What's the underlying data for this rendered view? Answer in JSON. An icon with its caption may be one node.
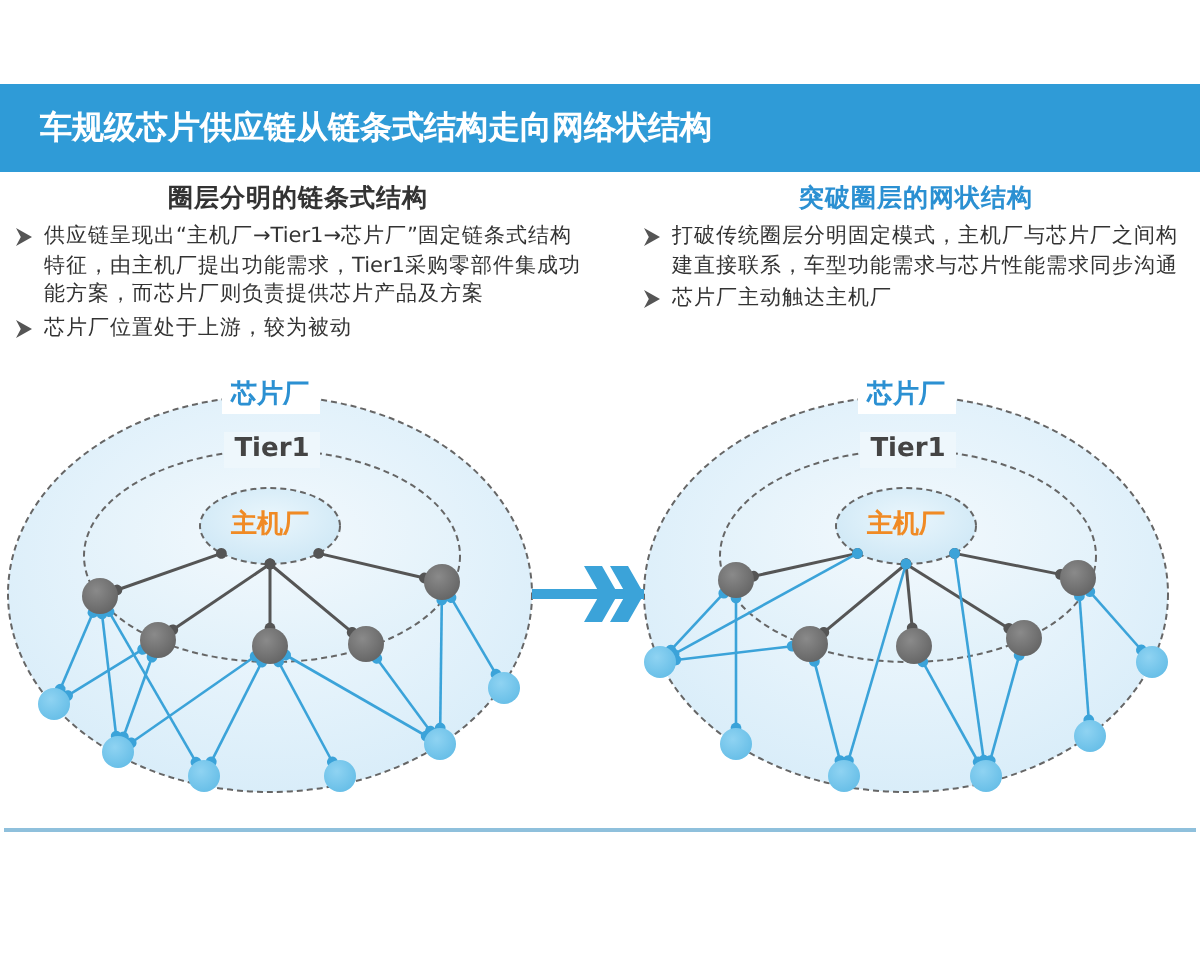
{
  "diagram": {
    "title": "车规级芯片供应链从链条式结构走向网络状结构",
    "nodes": [
      {
        "text": [
          "芯片厂"
        ]
      },
      {
        "text": [
          "Tier1"
        ],
        "in": 0
      },
      {
        "text": [
          "主机厂"
        ],
        "in": 1
      },
      {
        "text": [],
        "shape": "circle",
        "in": 1
      },
      {
        "text": [],
        "shape": "circle",
        "in": 1
      },
      {
        "text": [],
        "shape": "circle",
        "in": 1
      },
      {
        "text": [],
        "shape": "circle",
        "in": 1
      },
      {
        "text": [],
        "shape": "circle",
        "in": 1
      },
      {
        "text": [],
        "shape": "circle",
        "in": 0
      },
      {
        "text": [],
        "shape": "circle",
        "in": 0
      },
      {
        "text": [],
        "shape": "circle",
        "in": 0
      },
      {
        "text": [],
        "shape": "circle",
        "in": 0
      },
      {
        "text": [],
        "shape": "circle",
        "in": 0
      },
      {
        "text": [],
        "shape": "circle",
        "in": 0
      },
      {
        "text": [
          "芯片厂"
        ]
      },
      {
        "text": [
          "Tier1"
        ],
        "in": 14
      },
      {
        "text": [
          "主机厂"
        ],
        "in": 15
      },
      {
        "text": [],
        "shape": "circle",
        "in": 15
      },
      {
        "text": [],
        "shape": "circle",
        "in": 15
      },
      {
        "text": [],
        "shape": "circle",
        "in": 15
      },
      {
        "text": [],
        "shape": "circle",
        "in": 15
      },
      {
        "text": [],
        "shape": "circle",
        "in": 15
      },
      {
        "text": [],
        "shape": "circle",
        "in": 14
      },
      {
        "text": [],
        "shape": "circle",
        "in": 14
      },
      {
        "text": [],
        "shape": "circle",
        "in": 14
      },
      {
        "text": [],
        "shape": "circle",
        "in": 14
      },
      {
        "text": [],
        "shape": "circle",
        "in": 14
      },
      {
        "text": [],
        "shape": "circle",
        "in": 14
      }
    ],
    "edges": [
      {
        "from": 2,
        "to": 3,
        "arrow": "other",
        "color": "#555555"
      },
      {
        "from": 2,
        "to": 4,
        "arrow": "other",
        "color": "#555555"
      },
      {
        "from": 2,
        "to": 5,
        "arrow": "other",
        "color": "#555555"
      },
      {
        "from": 2,
        "to": 6,
        "arrow": "other",
        "color": "#555555"
      },
      {
        "from": 2,
        "to": 7,
        "arrow": "other",
        "color": "#555555"
      },
      {
        "from": 3,
        "to": 8,
        "arrow": "other"
      },
      {
        "from": 3,
        "to": 9,
        "arrow": "other"
      },
      {
        "from": 3,
        "to": 10,
        "arrow": "other"
      },
      {
        "from": 4,
        "to": 8,
        "arrow": "other"
      },
      {
        "from": 4,
        "to": 9,
        "arrow": "other"
      },
      {
        "from": 5,
        "to": 9,
        "arrow": "other"
      },
      {
        "from": 5,
        "to": 10,
        "arrow": "other"
      },
      {
        "from": 5,
        "to": 11,
        "arrow": "other"
      },
      {
        "from": 5,
        "to": 12,
        "arrow": "other"
      },
      {
        "from": 6,
        "to": 12,
        "arrow": "other"
      },
      {
        "from": 7,
        "to": 12,
        "arrow": "other"
      },
      {
        "from": 7,
        "to": 13,
        "arrow": "other"
      },
      {
        "from": 0,
        "to": 14,
        "arrow": "to",
        "style": "thick"
      },
      {
        "from": 16,
        "to": 17,
        "arrow": "other",
        "color": "#555555"
      },
      {
        "from": 16,
        "to": 18,
        "arrow": "other",
        "color": "#555555"
      },
      {
        "from": 16,
        "to": 19,
        "arrow": "other",
        "color": "#555555"
      },
      {
        "from": 16,
        "to": 20,
        "arrow": "other",
        "color": "#555555"
      },
      {
        "from": 16,
        "to": 21,
        "arrow": "other",
        "color": "#555555"
      },
      {
        "from": 16,
        "to": 22,
        "arrow": "other"
      },
      {
        "from": 17,
        "to": 22,
        "arrow": "other"
      },
      {
        "from": 18,
        "to": 22,
        "arrow": "other"
      },
      {
        "from": 17,
        "to": 23,
        "arrow": "other"
      },
      {
        "from": 18,
        "to": 24,
        "arrow": "other"
      },
      {
        "from": 16,
        "to": 24,
        "arrow": "other"
      },
      {
        "from": 19,
        "to": 25,
        "arrow": "other"
      },
      {
        "from": 16,
        "to": 25,
        "arrow": "other"
      },
      {
        "from": 20,
        "to": 25,
        "arrow": "other"
      },
      {
        "from": 21,
        "to": 26,
        "arrow": "other"
      },
      {
        "from": 21,
        "to": 27,
        "arrow": "other"
      }
    ],
    "labels": [
      "圈层分明的链条式结构",
      "供应链呈现出“主机厂→Tier1→芯片厂”固定链条式结构特征，由主机厂提出功能需求，Tier1采购零部件集成功能方案，而芯片厂则负责提供芯片产品及方案",
      "芯片厂位置处于上游，较为被动",
      "突破圈层的网状结构",
      "打破传统圈层分明固定模式，主机厂与芯片厂之间构建直接联系，车型功能需求与芯片性能需求同步沟通",
      "芯片厂主动触达主机厂"
    ]
  }
}
